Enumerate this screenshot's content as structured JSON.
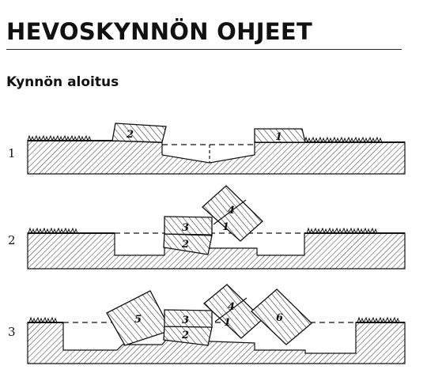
{
  "page": {
    "title": "HEVOSKYNNÖN OHJEET",
    "subtitle": "Kynnön aloitus"
  },
  "figure": {
    "steps": [
      {
        "number": "1",
        "blocks": [
          "2",
          "1"
        ]
      },
      {
        "number": "2",
        "blocks": [
          "3",
          "4",
          "1",
          "2"
        ]
      },
      {
        "number": "3",
        "blocks": [
          "5",
          "3",
          "4",
          "1",
          "2",
          "6"
        ]
      }
    ]
  }
}
